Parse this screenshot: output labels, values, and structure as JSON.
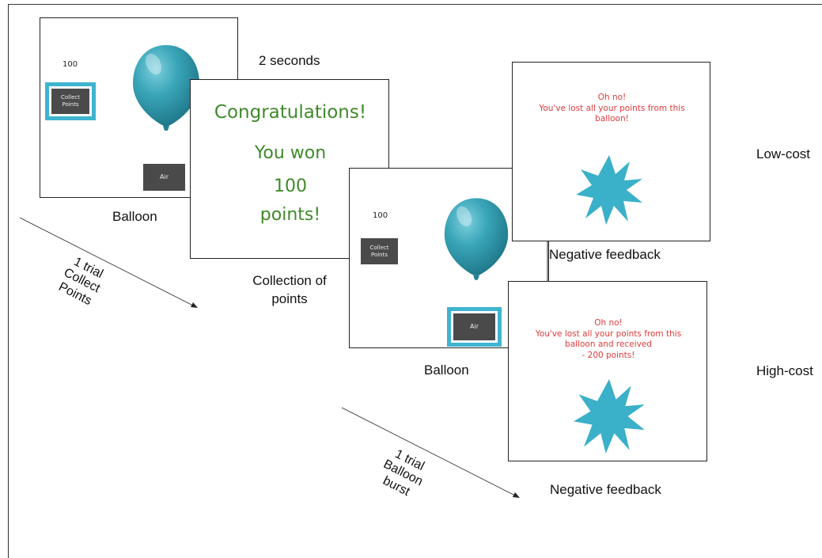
{
  "screen1": {
    "points": "100",
    "collect_button": "Collect\nPoints",
    "air_button": "Air",
    "caption": "Balloon"
  },
  "timing_label": "2 seconds",
  "screen2": {
    "line1": "Congratulations!",
    "line2": "You won",
    "line3": "100",
    "line4": "points!",
    "caption_line1": "Collection of",
    "caption_line2": "points"
  },
  "screen3": {
    "points": "100",
    "collect_button": "Collect\nPoints",
    "air_button": "Air",
    "caption": "Balloon"
  },
  "low_cost": {
    "message": "Oh no!\nYou've lost all your points from this\nballoon!",
    "caption": "Negative feedback",
    "condition": "Low-cost"
  },
  "high_cost": {
    "message": "Oh no!\nYou've lost all your points from this\nballoon and received\n- 200 points!",
    "caption": "Negative feedback",
    "condition": "High-cost"
  },
  "arrow1": {
    "line1": "1 trial",
    "line2": "Collect",
    "line3": "Points"
  },
  "arrow2": {
    "line1": "1 trial",
    "line2": "Balloon",
    "line3": "burst"
  },
  "colors": {
    "balloon": "#3aa6b9",
    "star": "#3ab0c9",
    "highlight": "#3fb4cf",
    "win_text": "#3f8a2a",
    "loss_text": "#e03a3a"
  }
}
